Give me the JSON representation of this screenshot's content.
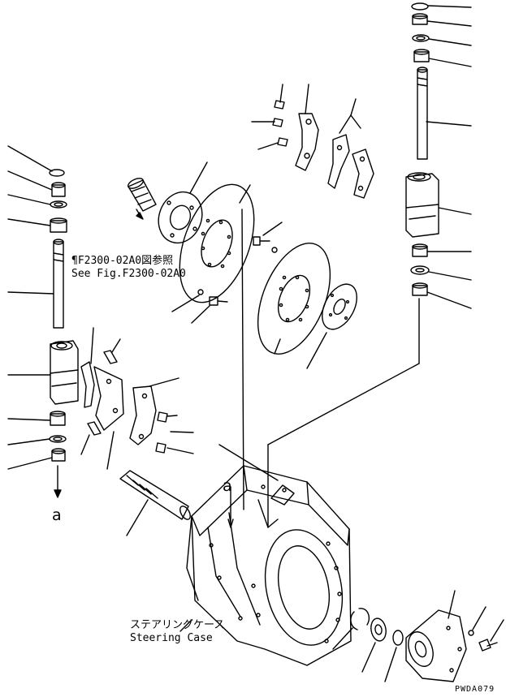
{
  "drawing_code": "PWDA079",
  "reference_note": {
    "japanese": "¶F2300-02A0図参照",
    "english": "See Fig.F2300-02A0"
  },
  "steering_case_label": {
    "japanese": "ステアリングケース",
    "english": "Steering Case"
  },
  "arrow_marker_label": "a",
  "colors": {
    "ink": "#000000",
    "paper": "#ffffff"
  }
}
